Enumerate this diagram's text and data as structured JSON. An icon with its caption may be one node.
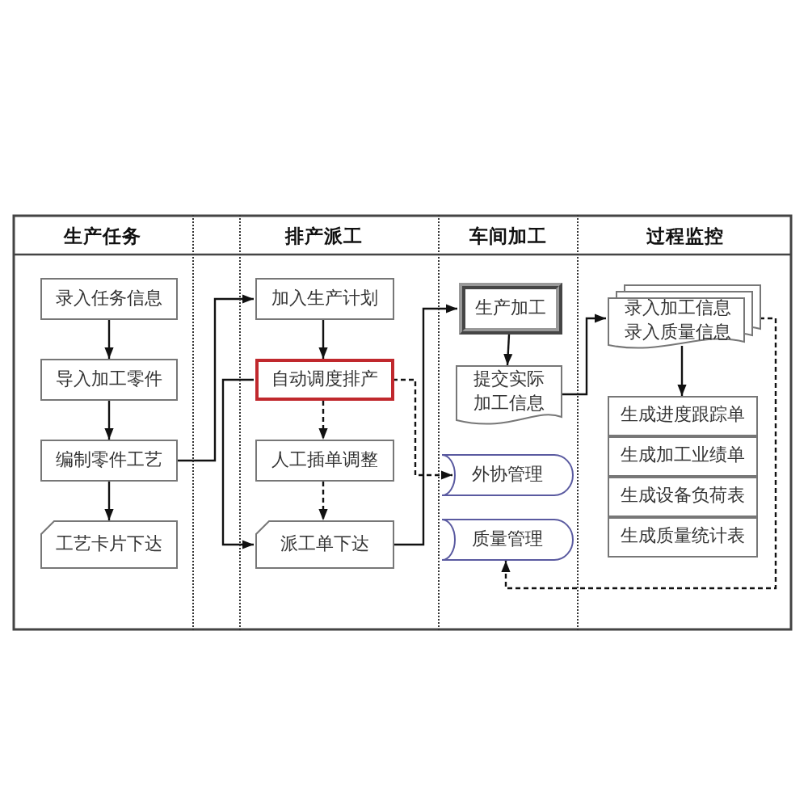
{
  "diagram": {
    "nodes": [
      {
        "text": [
          "生产任务"
        ]
      },
      {
        "text": [
          "排产派工"
        ]
      },
      {
        "text": [
          "车间加工"
        ]
      },
      {
        "text": [
          "过程监控"
        ]
      },
      {
        "text": [
          "录入任务信息"
        ],
        "in": 0
      },
      {
        "text": [
          "导入加工零件"
        ],
        "in": 0
      },
      {
        "text": [
          "编制零件工艺"
        ],
        "in": 0
      },
      {
        "text": [
          "工艺卡片下达"
        ],
        "in": 0
      },
      {
        "text": [
          "加入生产计划"
        ],
        "in": 1
      },
      {
        "text": [
          "自动调度排产"
        ],
        "in": 1
      },
      {
        "text": [
          "人工插单调整"
        ],
        "in": 1
      },
      {
        "text": [
          "派工单下达"
        ],
        "in": 1
      },
      {
        "text": [
          "生产加工"
        ],
        "in": 2
      },
      {
        "text": [
          "提交实际加工信息"
        ],
        "in": 2
      },
      {
        "text": [
          "外协管理"
        ],
        "in": 2
      },
      {
        "text": [
          "质量管理"
        ],
        "in": 2
      },
      {
        "text": [
          "录入加工信息",
          "录入质量信息"
        ],
        "in": 3
      },
      {
        "text": [
          "生成进度跟踪单"
        ],
        "in": 3
      },
      {
        "text": [
          "生成加工业绩单"
        ],
        "in": 3
      },
      {
        "text": [
          "生成设备负荷表"
        ],
        "in": 3
      },
      {
        "text": [
          "生成质量统计表"
        ],
        "in": 3
      }
    ],
    "edges": [
      {
        "from": 4,
        "to": 5,
        "arrow": "to"
      },
      {
        "from": 5,
        "to": 6,
        "arrow": "to"
      },
      {
        "from": 6,
        "to": 7,
        "arrow": "to"
      },
      {
        "from": 6,
        "to": 8,
        "arrow": "to"
      },
      {
        "from": 8,
        "to": 9,
        "arrow": "to"
      },
      {
        "from": 9,
        "to": 10,
        "arrow": "to",
        "style": "dashed"
      },
      {
        "from": 10,
        "to": 11,
        "arrow": "to",
        "style": "dashed"
      },
      {
        "from": 9,
        "to": 11,
        "arrow": "to"
      },
      {
        "from": 11,
        "to": 12,
        "arrow": "to"
      },
      {
        "from": 9,
        "to": 14,
        "arrow": "to",
        "style": "dashed"
      },
      {
        "from": 12,
        "to": 13,
        "arrow": "to"
      },
      {
        "from": 13,
        "to": 16,
        "arrow": "to"
      },
      {
        "from": 16,
        "to": 17,
        "arrow": "to"
      },
      {
        "from": 16,
        "to": 15,
        "arrow": "to",
        "style": "dashed"
      }
    ]
  }
}
